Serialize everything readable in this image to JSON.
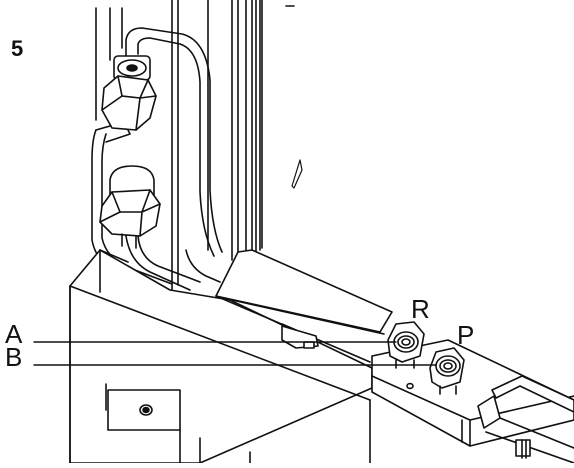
{
  "step": {
    "number": "5"
  },
  "callouts": {
    "a": "A",
    "b": "B",
    "r": "R",
    "p": "P"
  },
  "colors": {
    "line": "#111111",
    "fill": "#ffffff",
    "shade": "#e6e6e6"
  }
}
